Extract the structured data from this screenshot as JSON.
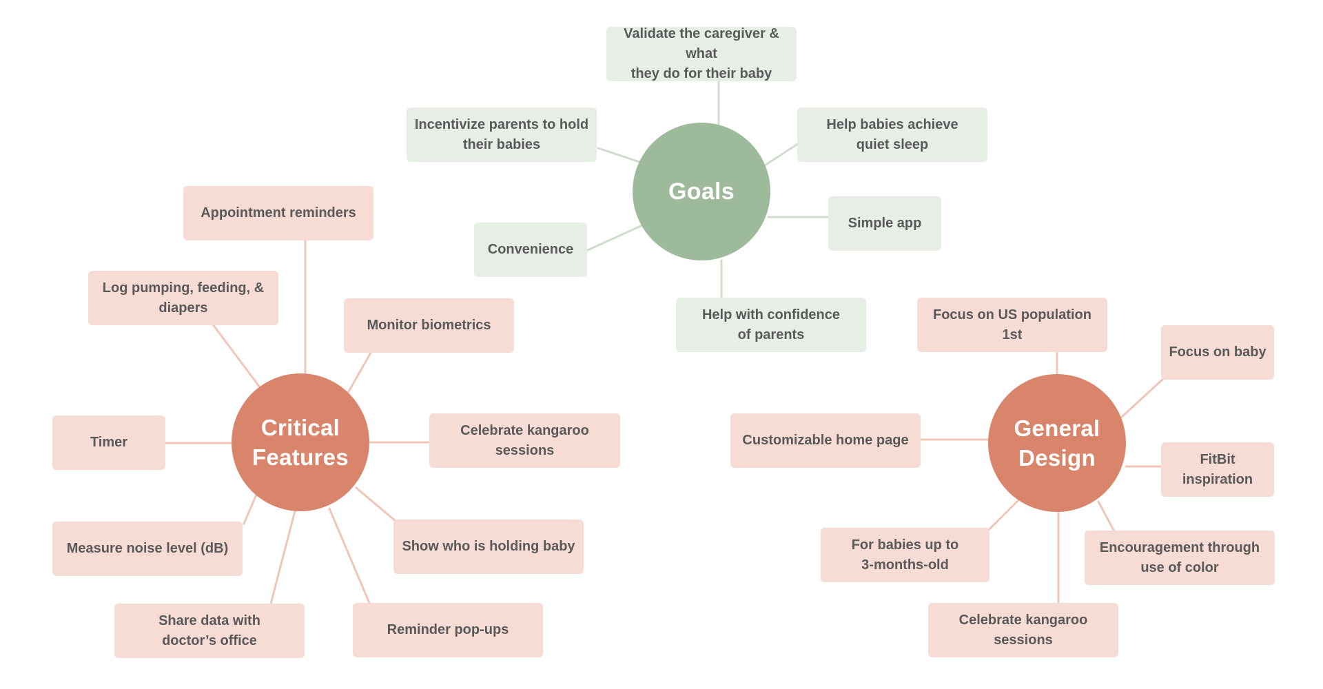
{
  "colors": {
    "goals_hub": "#9dbb9b",
    "goals_node": "#e6eee6",
    "feature_hub": "#d9856b",
    "feature_node": "#f6dcd5",
    "node_text": "#595959",
    "hub_text": "#ffffff"
  },
  "goals": {
    "label": "Goals",
    "items": [
      {
        "label": "Validate the caregiver & what\nthey do for their baby"
      },
      {
        "label": "Incentivize parents to hold\ntheir babies"
      },
      {
        "label": "Help babies achieve\nquiet sleep"
      },
      {
        "label": "Simple app"
      },
      {
        "label": "Convenience"
      },
      {
        "label": "Help with confidence\nof parents"
      }
    ]
  },
  "critical_features": {
    "label": "Critical\nFeatures",
    "items": [
      {
        "label": "Appointment reminders"
      },
      {
        "label": "Log pumping, feeding, &\ndiapers"
      },
      {
        "label": "Monitor biometrics"
      },
      {
        "label": "Timer"
      },
      {
        "label": "Celebrate kangaroo sessions"
      },
      {
        "label": "Measure noise level (dB)"
      },
      {
        "label": "Show who is holding baby"
      },
      {
        "label": "Share data with\ndoctor’s office"
      },
      {
        "label": "Reminder pop-ups"
      }
    ]
  },
  "general_design": {
    "label": "General\nDesign",
    "items": [
      {
        "label": "Focus on US population 1st"
      },
      {
        "label": "Focus on baby"
      },
      {
        "label": "Customizable home page"
      },
      {
        "label": "FitBit\ninspiration"
      },
      {
        "label": "For babies up to\n3-months-old"
      },
      {
        "label": "Encouragement through\nuse of color"
      },
      {
        "label": "Celebrate kangaroo sessions"
      }
    ]
  }
}
